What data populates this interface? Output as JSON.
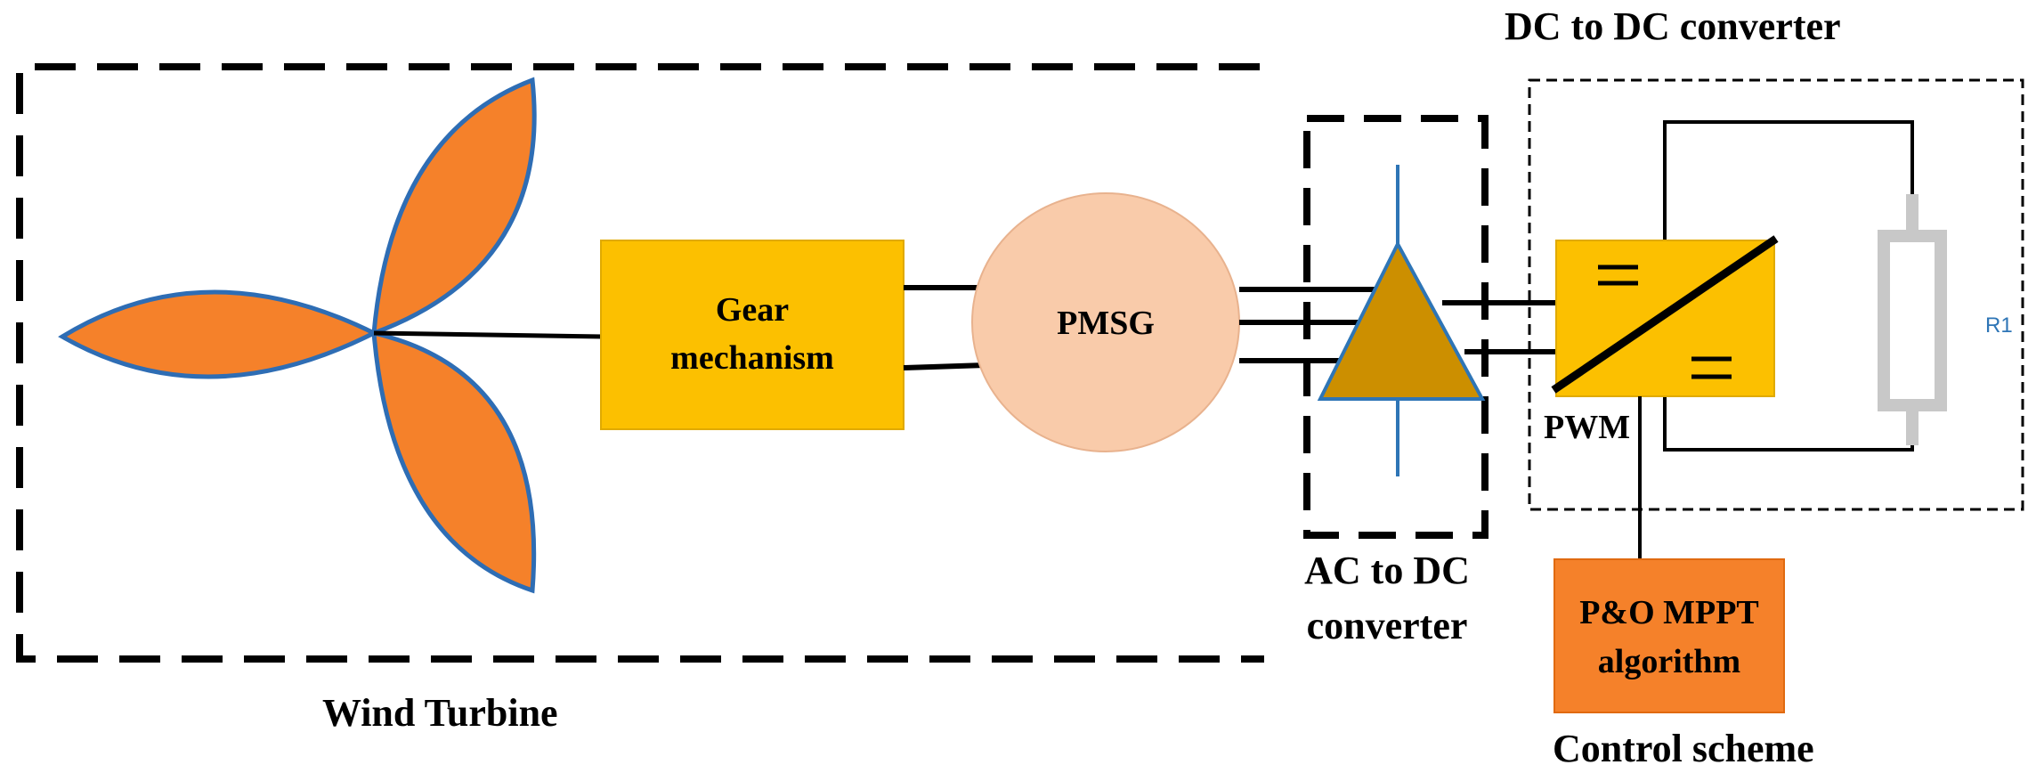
{
  "labels": {
    "wind_turbine": "Wind Turbine",
    "gear_line1": "Gear",
    "gear_line2": "mechanism",
    "pmsg": "PMSG",
    "ac_dc_line1": "AC to DC",
    "ac_dc_line2": "converter",
    "dc_dc": "DC to DC converter",
    "pwm": "PWM",
    "mppt_line1": "P&O MPPT",
    "mppt_line2": "algorithm",
    "control_scheme": "Control scheme",
    "resistor": "R1"
  },
  "colors": {
    "blade_fill": "#f5812a",
    "blade_stroke": "#2e6db4",
    "gear_fill": "#fcc000",
    "pmsg_fill": "#f9cbaa",
    "rectifier_fill": "#cc8f00",
    "rectifier_stroke": "#2e75b6",
    "dcdc_fill": "#fcc000",
    "mppt_fill": "#f5812a",
    "resistor_color": "#c8c8c8",
    "line_color": "#000000"
  }
}
